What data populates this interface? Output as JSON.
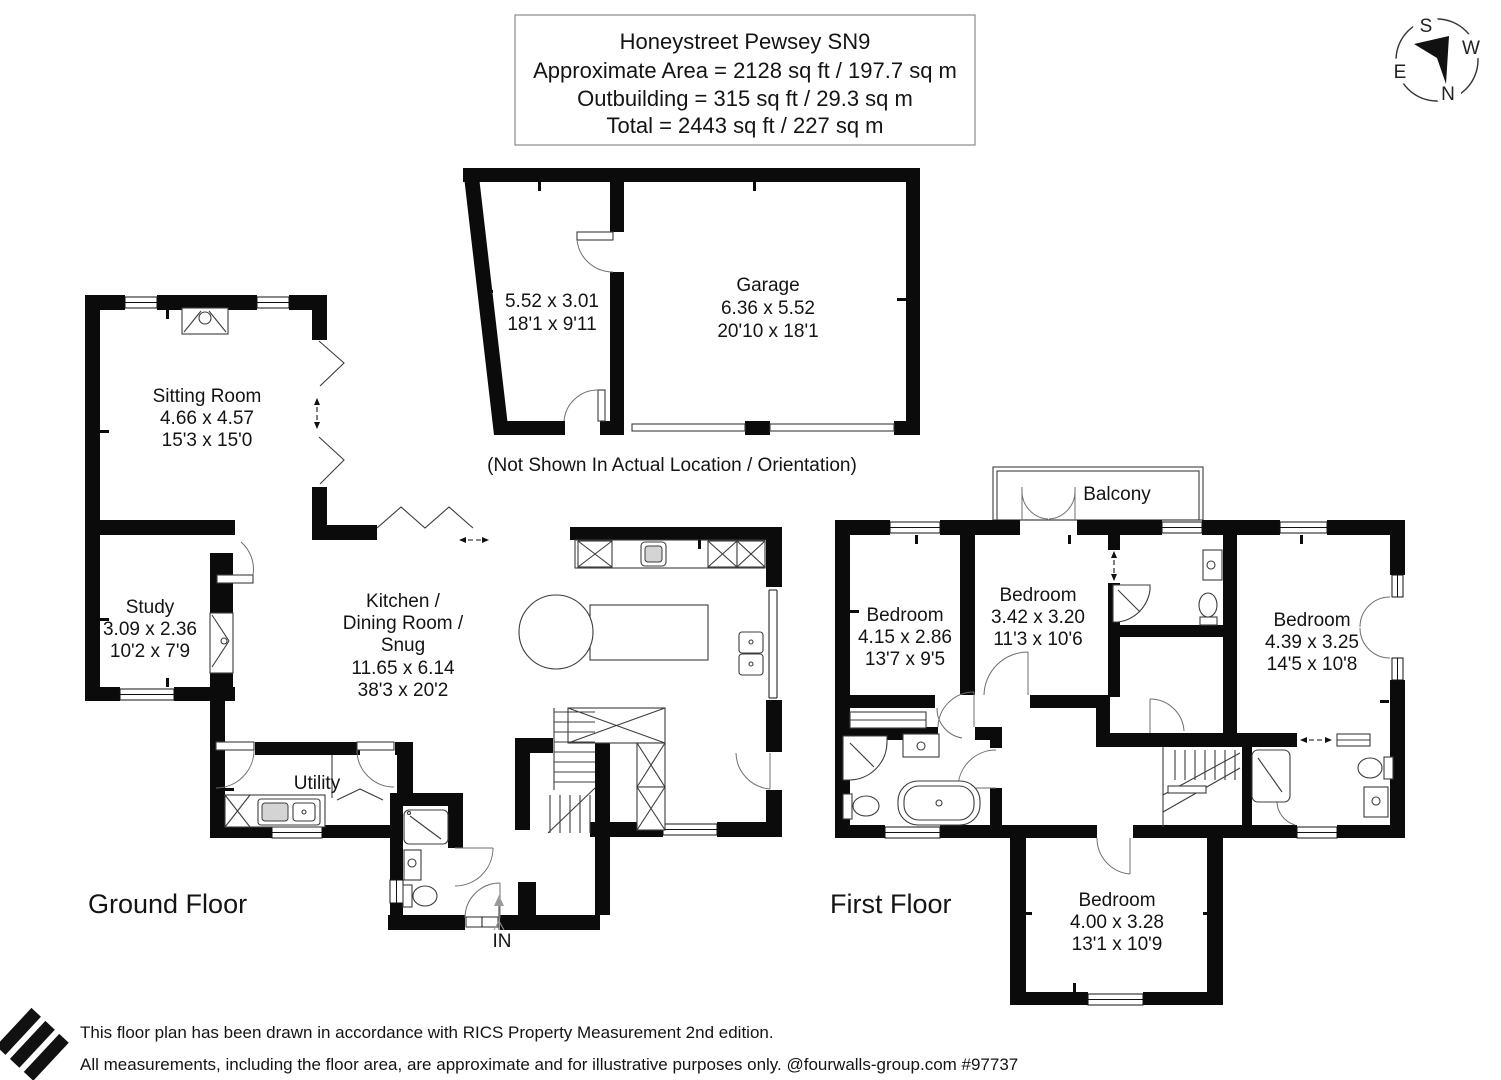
{
  "colors": {
    "background": "#ffffff",
    "walls": "#0b0b0b",
    "lines": "#3c3c3c"
  },
  "title_box": {
    "lines": [
      "Honeystreet Pewsey SN9",
      "Approximate Area = 2128 sq ft / 197.7 sq m",
      "Outbuilding = 315 sq ft / 29.3 sq m",
      "Total = 2443 sq ft / 227 sq m"
    ]
  },
  "compass": {
    "n": "N",
    "s": "S",
    "e": "E",
    "w": "W"
  },
  "outbuilding": {
    "store": {
      "dims_m": "5.52 x 3.01",
      "dims_ft": "18'1 x 9'11"
    },
    "garage": {
      "name": "Garage",
      "dims_m": "6.36 x 5.52",
      "dims_ft": "20'10 x 18'1"
    },
    "note": "(Not Shown In Actual Location / Orientation)"
  },
  "ground_floor": {
    "label": "Ground Floor",
    "entrance": "IN",
    "sitting_room": {
      "name": "Sitting Room",
      "dims_m": "4.66 x 4.57",
      "dims_ft": "15'3 x 15'0"
    },
    "study": {
      "name": "Study",
      "dims_m": "3.09 x 2.36",
      "dims_ft": "10'2 x 7'9"
    },
    "kitchen": {
      "name_lines": [
        "Kitchen /",
        "Dining Room /",
        "Snug"
      ],
      "dims_m": "11.65 x 6.14",
      "dims_ft": "38'3 x 20'2"
    },
    "utility": {
      "name": "Utility"
    }
  },
  "first_floor": {
    "label": "First Floor",
    "balcony": "Balcony",
    "bedroom_1": {
      "name": "Bedroom",
      "dims_m": "4.15 x 2.86",
      "dims_ft": "13'7 x 9'5"
    },
    "bedroom_2": {
      "name": "Bedroom",
      "dims_m": "3.42 x 3.20",
      "dims_ft": "11'3 x 10'6"
    },
    "bedroom_3": {
      "name": "Bedroom",
      "dims_m": "4.39 x 3.25",
      "dims_ft": "14'5 x 10'8"
    },
    "bedroom_4": {
      "name": "Bedroom",
      "dims_m": "4.00 x 3.28",
      "dims_ft": "13'1 x 10'9"
    }
  },
  "footer": {
    "line1": "This floor plan has been drawn in accordance with RICS Property Measurement 2nd edition.",
    "line2": "All measurements, including the floor area, are approximate and for illustrative purposes only. @fourwalls-group.com #97737"
  }
}
